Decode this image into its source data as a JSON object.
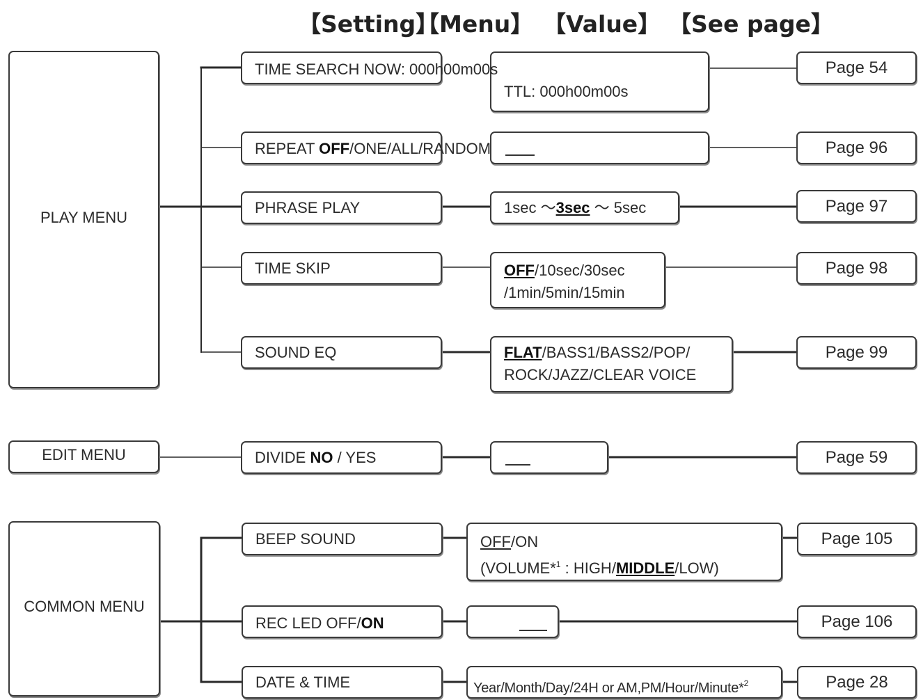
{
  "header": {
    "setting": "【Setting】",
    "menu": "【Menu】",
    "value": "【Value】",
    "see_page": "【See page】"
  },
  "play_menu": {
    "label": "PLAY MENU",
    "items": [
      {
        "menu": "TIME SEARCH NOW: 000h00m00s",
        "value_line2": "TTL: 000h00m00s",
        "page": "Page 54"
      },
      {
        "menu_prefix": "REPEAT ",
        "menu_bold": "OFF",
        "menu_suffix": "/ONE/ALL/RANDOM",
        "value_blank": "",
        "page": "Page 96"
      },
      {
        "menu": "PHRASE PLAY",
        "value_a": "1sec  ～",
        "value_bold": "3sec",
        "value_b": " ～ 5sec",
        "page": "Page 97"
      },
      {
        "menu": "TIME SKIP",
        "value_bold": "OFF",
        "value_line1": "/10sec/30sec",
        "value_line2": "/1min/5min/15min",
        "page": "Page 98"
      },
      {
        "menu": "SOUND EQ",
        "value_bold": "FLAT",
        "value_line1": "/BASS1/BASS2/POP/",
        "value_line2": "ROCK/JAZZ/CLEAR VOICE",
        "page": "Page 99"
      }
    ]
  },
  "edit_menu": {
    "label": "EDIT MENU",
    "items": [
      {
        "menu_prefix": "DIVIDE ",
        "menu_bold": "NO",
        "menu_suffix": " / YES",
        "value_blank": "",
        "page": "Page 59"
      }
    ]
  },
  "common_menu": {
    "label": "COMMON MENU",
    "items": [
      {
        "menu": "BEEP SOUND",
        "value_under": "OFF",
        "value_line1": "/ON",
        "value_line2_a": "(VOLUME*",
        "value_sup": "1",
        "value_line2_b": " : HIGH/",
        "value_bold": "MIDDLE",
        "value_line2_c": "/LOW)",
        "page": "Page 105"
      },
      {
        "menu_prefix": "REC LED OFF/",
        "menu_bold": "ON",
        "value_blank": "",
        "page": "Page 106"
      },
      {
        "menu": "DATE & TIME",
        "value": "Year/Month/Day/24H or AM,PM/Hour/Minute*",
        "value_sup": "2",
        "page": "Page 28"
      }
    ]
  }
}
